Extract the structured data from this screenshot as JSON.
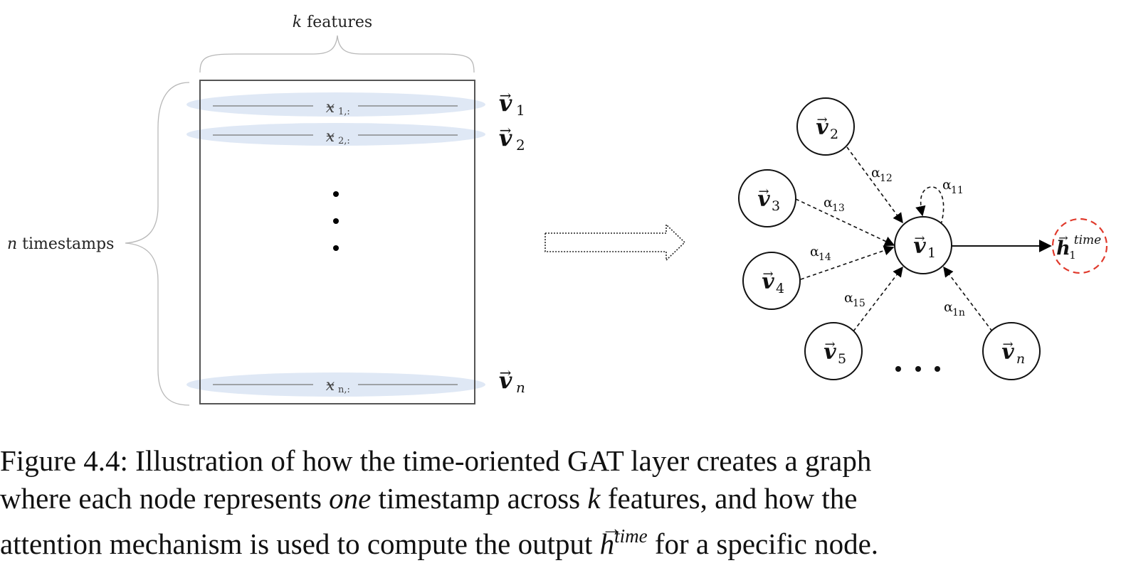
{
  "matrix": {
    "top_label_var": "k",
    "top_label_text": " features",
    "left_label_var": "n",
    "left_label_text": " timestamps",
    "rows": [
      {
        "sub": "1,:",
        "vlabel_sub": "1"
      },
      {
        "sub": "2,:",
        "vlabel_sub": "2"
      },
      {
        "sub": "n,:",
        "vlabel_sub": "n"
      }
    ],
    "x_symbol": "x",
    "v_symbol": "v",
    "ellipsis_dots": "• • •"
  },
  "graph": {
    "center": {
      "sub": "1"
    },
    "neighbors": [
      {
        "sub": "2",
        "alpha": "12"
      },
      {
        "sub": "3",
        "alpha": "13"
      },
      {
        "sub": "4",
        "alpha": "14"
      },
      {
        "sub": "5",
        "alpha": "15"
      },
      {
        "sub": "n",
        "alpha": "1n"
      }
    ],
    "self_alpha": "11",
    "alpha_symbol": "α",
    "output": {
      "symbol": "h",
      "sub": "1",
      "sup": "time"
    },
    "ellipsis": "• • •",
    "colors": {
      "output_ring": "#e0392b",
      "band": "#dfe8f5"
    }
  },
  "caption": {
    "line1": "Figure 4.4: Illustration of how the time-oriented GAT layer creates a graph",
    "line2_a": "where each node represents ",
    "line2_em": "one",
    "line2_b": " timestamp across ",
    "line2_k": "k",
    "line2_c": " features, and how the",
    "line3_a": "attention mechanism is used to compute the output ",
    "line3_h": "h",
    "line3_arrow": "→",
    "line3_sup": "time",
    "line3_b": " for a specific node."
  }
}
